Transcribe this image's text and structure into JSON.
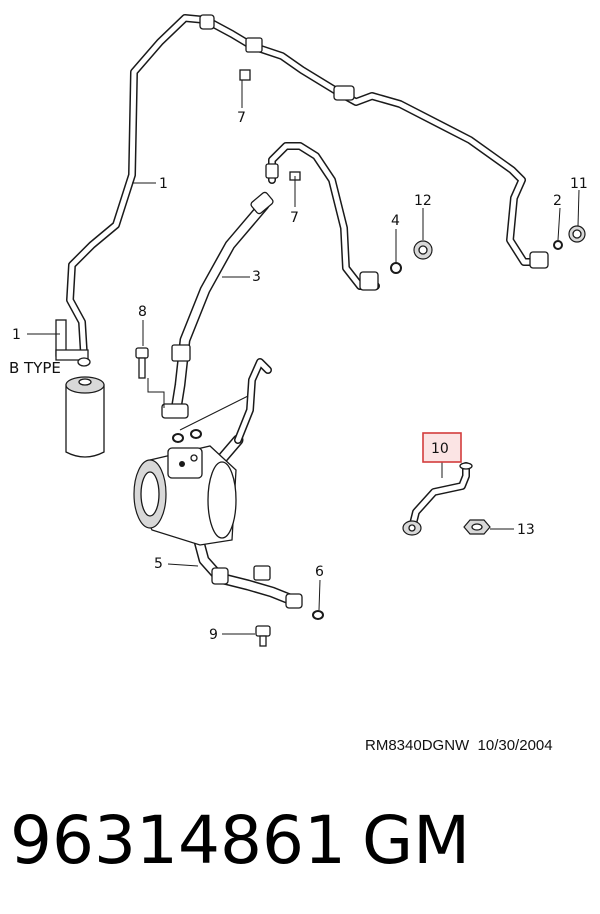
{
  "callouts": [
    {
      "id": "1",
      "label": "1"
    },
    {
      "id": "1b",
      "label": "1"
    },
    {
      "id": "2",
      "label": "2"
    },
    {
      "id": "3",
      "label": "3"
    },
    {
      "id": "4",
      "label": "4"
    },
    {
      "id": "5",
      "label": "5"
    },
    {
      "id": "6",
      "label": "6"
    },
    {
      "id": "7a",
      "label": "7"
    },
    {
      "id": "7b",
      "label": "7"
    },
    {
      "id": "8",
      "label": "8"
    },
    {
      "id": "9",
      "label": "9"
    },
    {
      "id": "10",
      "label": "10",
      "highlighted": true
    },
    {
      "id": "11",
      "label": "11"
    },
    {
      "id": "12",
      "label": "12"
    },
    {
      "id": "13",
      "label": "13"
    }
  ],
  "variant_label": "B TYPE",
  "drawing_ref": "RM8340DGNW  10/30/2004",
  "part_number": "96314861",
  "brand": "GM",
  "colors": {
    "highlight_border": "#d33c3c",
    "highlight_fill": "#fbe4e4"
  }
}
